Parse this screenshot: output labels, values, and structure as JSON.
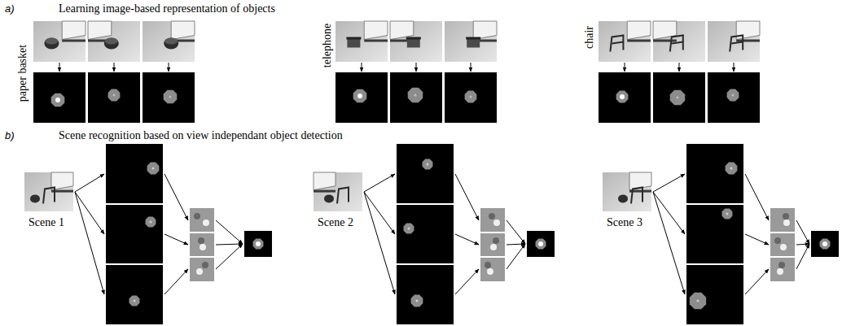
{
  "diagram": {
    "labels": [
      "a)",
      "Learning image-based representation of objects",
      "paper basket",
      "telephone",
      "chair",
      "b)",
      "Scene recognition based on view independant object detection",
      "Scene 1",
      "Scene 2",
      "Scene 3"
    ]
  }
}
